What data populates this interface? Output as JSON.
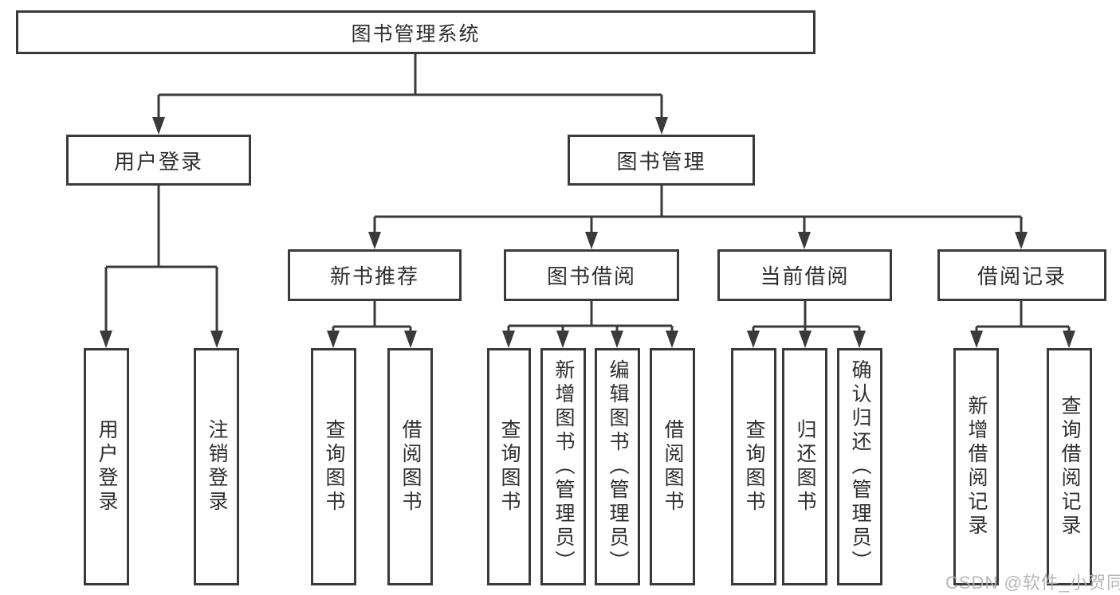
{
  "diagram_title": "图书管理系统",
  "watermark": "CSDN @软件_小贺同学",
  "colors": {
    "line": "#3a3a3a",
    "box_border": "#3a3a3a",
    "box_background": "#ffffff",
    "text": "#2f2f2f",
    "watermark_text": "#afafaf"
  },
  "tree": {
    "root": {
      "label": "图书管理系统",
      "children": [
        {
          "label": "用户登录",
          "children": [
            {
              "label": "用户登录"
            },
            {
              "label": "注销登录"
            }
          ]
        },
        {
          "label": "图书管理",
          "children": [
            {
              "label": "新书推荐",
              "children": [
                {
                  "label": "查询图书"
                },
                {
                  "label": "借阅图书"
                }
              ]
            },
            {
              "label": "图书借阅",
              "children": [
                {
                  "label": "查询图书"
                },
                {
                  "label": "新增图书（管理员）"
                },
                {
                  "label": "编辑图书（管理员）"
                },
                {
                  "label": "借阅图书"
                }
              ]
            },
            {
              "label": "当前借阅",
              "children": [
                {
                  "label": "查询图书"
                },
                {
                  "label": "归还图书"
                },
                {
                  "label": "确认归还（管理员）"
                }
              ]
            },
            {
              "label": "借阅记录",
              "children": [
                {
                  "label": "新增借阅记录"
                },
                {
                  "label": "查询借阅记录"
                }
              ]
            }
          ]
        }
      ]
    }
  }
}
